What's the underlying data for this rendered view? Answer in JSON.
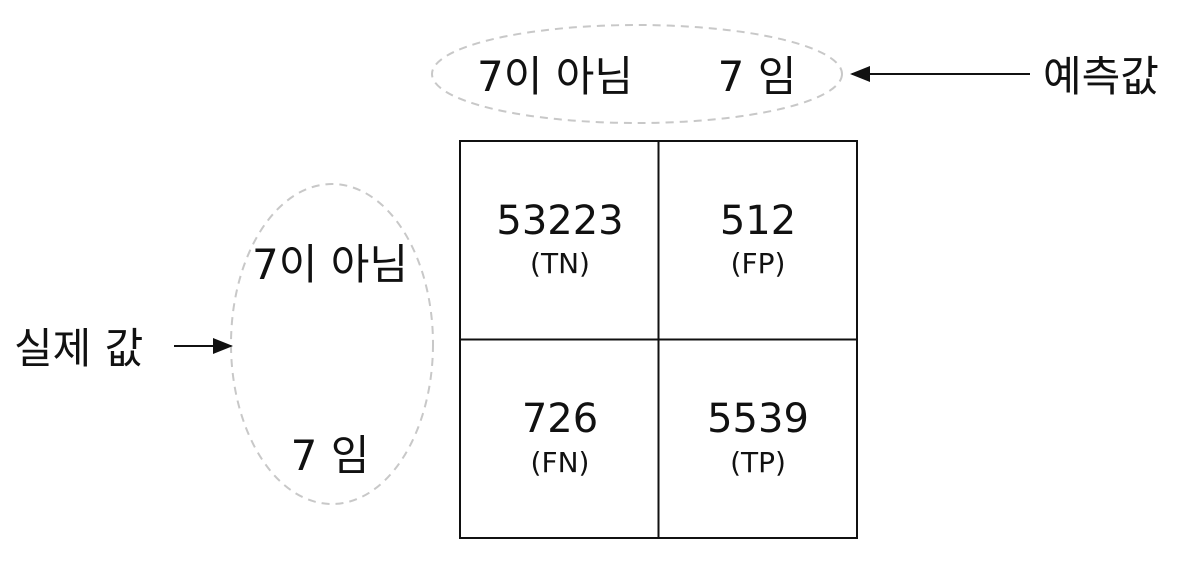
{
  "predicted_axis": {
    "label": "예측값",
    "categories": [
      "7이 아님",
      "7 임"
    ]
  },
  "actual_axis": {
    "label": "실제 값",
    "categories": [
      "7이 아님",
      "7 임"
    ]
  },
  "matrix": {
    "cells": [
      {
        "value": "53223",
        "tag": "(TN)"
      },
      {
        "value": "512",
        "tag": "(FP)"
      },
      {
        "value": "726",
        "tag": "(FN)"
      },
      {
        "value": "5539",
        "tag": "(TP)"
      }
    ]
  },
  "colors": {
    "line": "#111111",
    "ellipse": "#c8c8c8",
    "text": "#111111"
  }
}
